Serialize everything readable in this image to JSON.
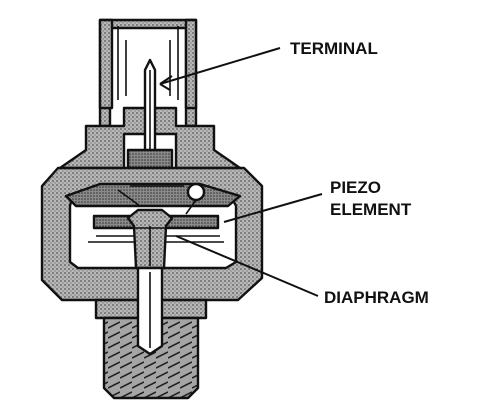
{
  "labels": {
    "terminal": "TERMINAL",
    "piezo_line1": "PIEZO",
    "piezo_line2": "ELEMENT",
    "diaphragm": "DIAPHRAGM"
  },
  "colors": {
    "ink": "#111111",
    "stipple_fill": "#9a9a9a",
    "light_fill": "#d6d6d6",
    "background": "#ffffff"
  },
  "parts": [
    "terminal",
    "piezo-element",
    "diaphragm",
    "connector-housing",
    "sensor-body",
    "threaded-port"
  ]
}
